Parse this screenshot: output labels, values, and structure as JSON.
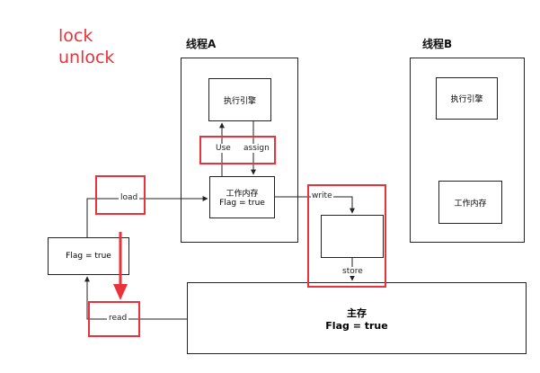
{
  "legend": {
    "line1": "lock",
    "line2": "unlock",
    "color": "#e8323c"
  },
  "thread_a": {
    "title": "线程A",
    "engine": "执行引擎",
    "working_memory_line1": "工作内存",
    "working_memory_line2": "Flag = true",
    "use": "Use",
    "assign": "assign"
  },
  "thread_b": {
    "title": "线程B",
    "engine": "执行引擎",
    "working_memory": "工作内存"
  },
  "flow": {
    "load": "load",
    "read": "read",
    "write": "write",
    "store": "store",
    "temp_value": "Flag = true"
  },
  "main_memory": {
    "title": "主存",
    "value": "Flag = true"
  },
  "colors": {
    "highlight": "#e8323c",
    "stroke": "#222222"
  }
}
